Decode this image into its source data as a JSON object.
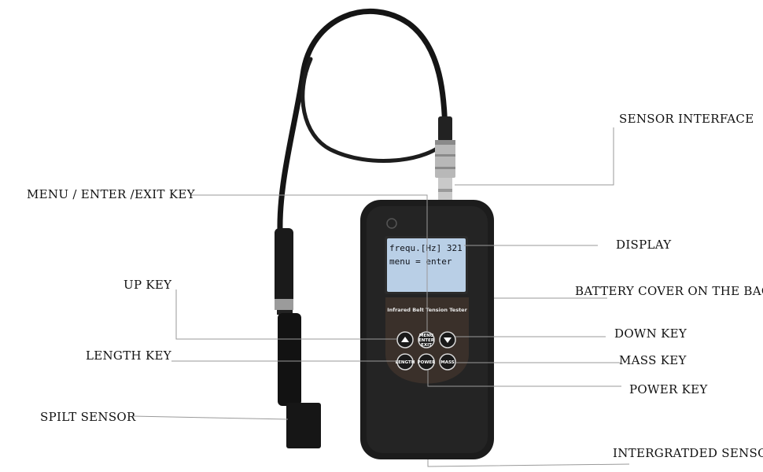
{
  "device": {
    "panel_title": "Infrared Belt Tension Tester",
    "display_line1": "frequ.[Hz] 321",
    "display_line2": "menu = enter",
    "keys": {
      "menu_line1": "MENU",
      "menu_line2": "ENTER",
      "menu_line3": "EXIT",
      "length": "LENGTH",
      "power": "POWER",
      "mass": "MASS"
    }
  },
  "labels": {
    "sensor_interface": "SENSOR INTERFACE",
    "menu_enter_exit_key": "MENU / ENTER /EXIT KEY",
    "display": "DISPLAY",
    "up_key": "UP KEY",
    "battery_cover": "BATTERY COVER ON THE BACK",
    "down_key": "DOWN KEY",
    "length_key": "LENGTH KEY",
    "mass_key": "MASS KEY",
    "power_key": "POWER KEY",
    "spilt_sensor": "SPILT SENSOR",
    "integrated_sensor": "INTERGRATDED SENSOR"
  },
  "colors": {
    "leader_line": "#9a9a9a",
    "lcd_background": "#b9cfe6",
    "body": "#1c1c1c"
  }
}
